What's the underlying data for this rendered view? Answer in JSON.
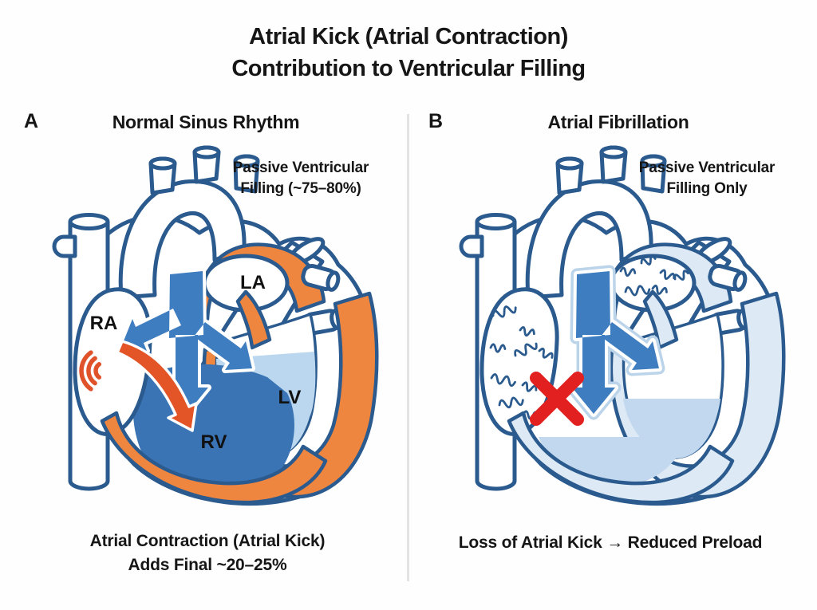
{
  "title": {
    "line1": "Atrial Kick (Atrial Contraction)",
    "line2": "Contribution to Ventricular Filling"
  },
  "panel_a": {
    "letter": "A",
    "heading": "Normal Sinus Rhythm",
    "annotation": {
      "line1": "Passive Ventricular",
      "line2": "Filling (~75–80%)"
    },
    "chambers": {
      "ra": "RA",
      "la": "LA",
      "lv": "LV",
      "rv": "RV"
    },
    "caption": {
      "line1": "Atrial Contraction (Atrial Kick)",
      "line2": "Adds Final ~20–25%"
    }
  },
  "panel_b": {
    "letter": "B",
    "heading": "Atrial Fibrillation",
    "annotation": {
      "line1": "Passive Ventricular",
      "line2": "Filling Only"
    },
    "caption": {
      "line1": "Loss of Atrial Kick → Reduced Preload"
    }
  },
  "colors": {
    "outline_blue": "#2a5a8e",
    "flow_arrow_blue": "#3e7dc0",
    "rv_fill_blue": "#3a74b4",
    "lv_fill_light_blue": "#bad7ef",
    "myocardium_orange": "#ef8640",
    "kick_arrow_orange": "#e35427",
    "contraction_wave_orange": "#e0522a",
    "afib_pale_wall": "#dde9f5",
    "afib_pale_fluid": "#c2d8ee",
    "red_x": "#e32020",
    "text": "#161616",
    "divider": "#e3e3e3"
  }
}
